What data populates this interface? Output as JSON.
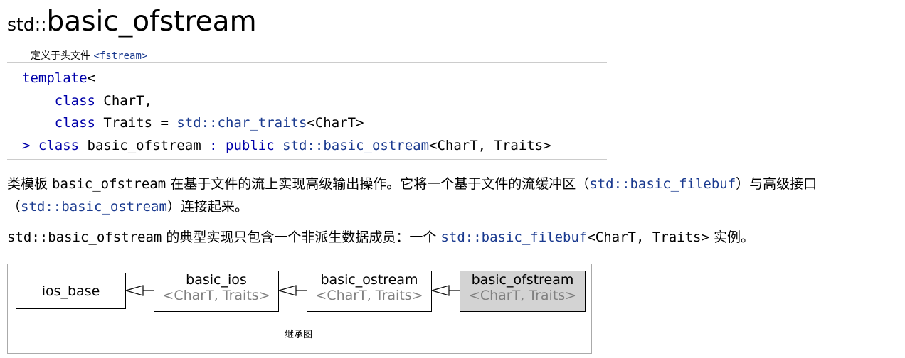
{
  "title": {
    "namespace": "std::",
    "name": "basic_ofstream"
  },
  "header": {
    "prefix": "定义于头文件",
    "file": "<fstream>"
  },
  "declaration": {
    "line1": {
      "kw": "template",
      "punct": "<"
    },
    "line2": {
      "kw": "class",
      "rest": " CharT,"
    },
    "line3": {
      "kw": "class",
      "name": " Traits = ",
      "link": "std::char_traits",
      "rest": "<CharT>"
    },
    "line4": {
      "open": "> ",
      "kw1": "class",
      "name": " basic_ofstream ",
      "colon": ":",
      "sp": " ",
      "kw2": "public",
      "sp2": " ",
      "link": "std::basic_ostream",
      "rest": "<CharT, Traits>"
    }
  },
  "para1": {
    "t1": "类模板 ",
    "code1": "basic_ofstream",
    "t2": " 在基于文件的流上实现高级输出操作。它将一个基于文件的流缓冲区（",
    "link1": "std::basic_filebuf",
    "t3": "）与高级接口",
    "t4": "（",
    "link2": "std::basic_ostream",
    "t5": "）连接起来。"
  },
  "para2": {
    "code1": "std::basic_ofstream",
    "t1": " 的典型实现只包含一个非派生数据成员：一个 ",
    "link1": "std::basic_filebuf",
    "code2": "<CharT, Traits>",
    "t2": " 实例。"
  },
  "inheritance": {
    "caption": "继承图",
    "nodes": [
      {
        "name": "ios_base",
        "template": ""
      },
      {
        "name": "basic_ios",
        "template": "<CharT, Traits>"
      },
      {
        "name": "basic_ostream",
        "template": "<CharT, Traits>"
      },
      {
        "name": "basic_ofstream",
        "template": "<CharT, Traits>"
      }
    ]
  }
}
